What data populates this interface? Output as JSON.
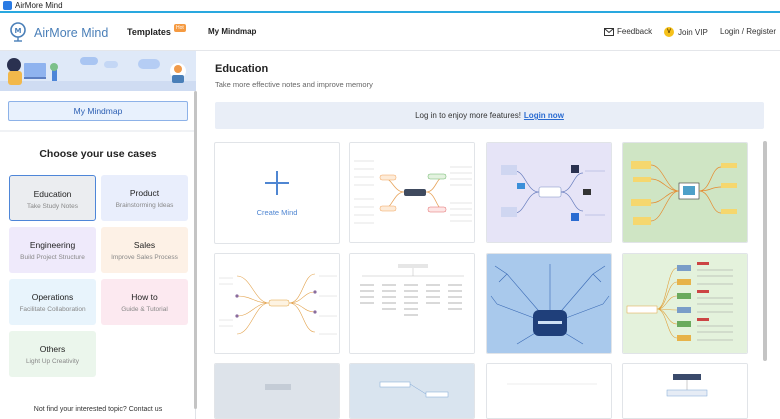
{
  "window": {
    "title": "AirMore Mind"
  },
  "header": {
    "logo_text": "AirMore Mind",
    "nav_templates": "Templates",
    "hot_badge": "Hot",
    "nav_mymindmap": "My Mindmap",
    "feedback": "Feedback",
    "join_vip": "Join VIP",
    "login_register": "Login / Register"
  },
  "sidebar": {
    "mymindmap_button": "My Mindmap",
    "choose_title": "Choose your use cases",
    "cases": [
      {
        "name": "Education",
        "sub": "Take Study Notes"
      },
      {
        "name": "Product",
        "sub": "Brainstorming Ideas"
      },
      {
        "name": "Engineering",
        "sub": "Build Project Structure"
      },
      {
        "name": "Sales",
        "sub": "Improve Sales Process"
      },
      {
        "name": "Operations",
        "sub": "Facilitate Collaboration"
      },
      {
        "name": "How to",
        "sub": "Guide & Tutorial"
      },
      {
        "name": "Others",
        "sub": "Light Up Creativity"
      }
    ],
    "contact_text": "Not find your interested topic? Contact us"
  },
  "main": {
    "title": "Education",
    "subtitle": "Take more effective notes and improve memory",
    "login_prompt": "Log in to enjoy more features!",
    "login_link": "Login now",
    "create_label": "Create Mind"
  },
  "colors": {
    "accent": "#2a6bd1",
    "selected_border": "#4e86d8",
    "titlebar_line": "#29a8df"
  }
}
